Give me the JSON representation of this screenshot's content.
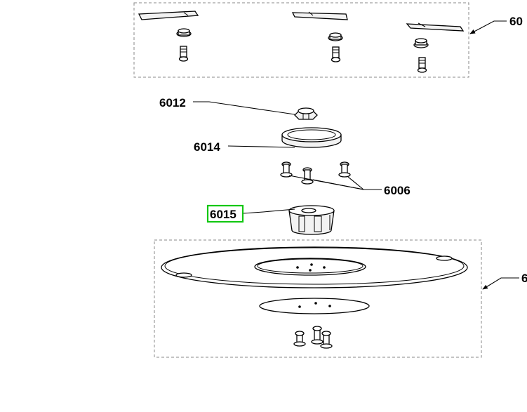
{
  "callouts": {
    "blade_kit_partial": "60",
    "nut": "6012",
    "bearing": "6014",
    "screws": "6006",
    "hub": "6015",
    "disc_kit_partial": "6"
  },
  "highlight_color": "#12c712"
}
